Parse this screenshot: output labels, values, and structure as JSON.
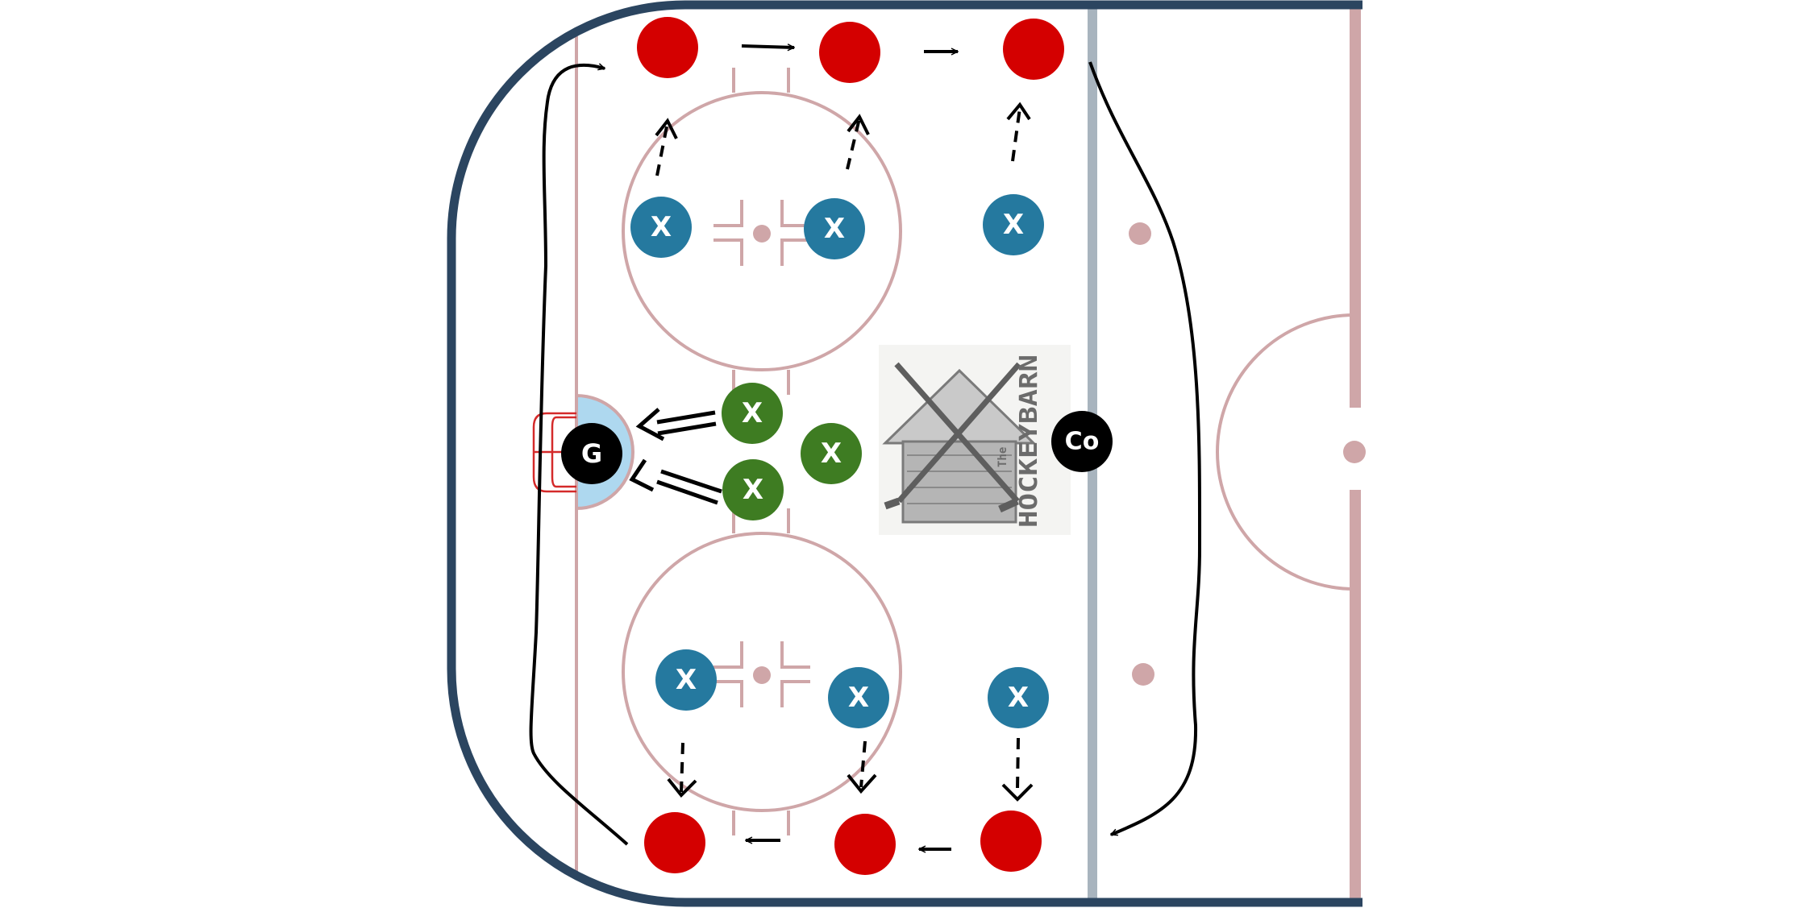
{
  "diagram": {
    "kind": "hockey-drill",
    "colors": {
      "board": "#2b4560",
      "rink_markings": "#cfa6a8",
      "blue_line": "#a8b4be",
      "center_line": "#cfa6a8",
      "crease": "#aed8ef",
      "net": "#d42a2a",
      "puck_spot": "#d40000",
      "forward": "#25799f",
      "shooter": "#3e7c22",
      "goalie": "#000000",
      "coach": "#000000"
    },
    "players": {
      "goalie_label": "G",
      "coach_label": "Co",
      "skater_label": "X"
    },
    "logo": {
      "the": "The",
      "name": "HOCKEYBARN"
    }
  }
}
